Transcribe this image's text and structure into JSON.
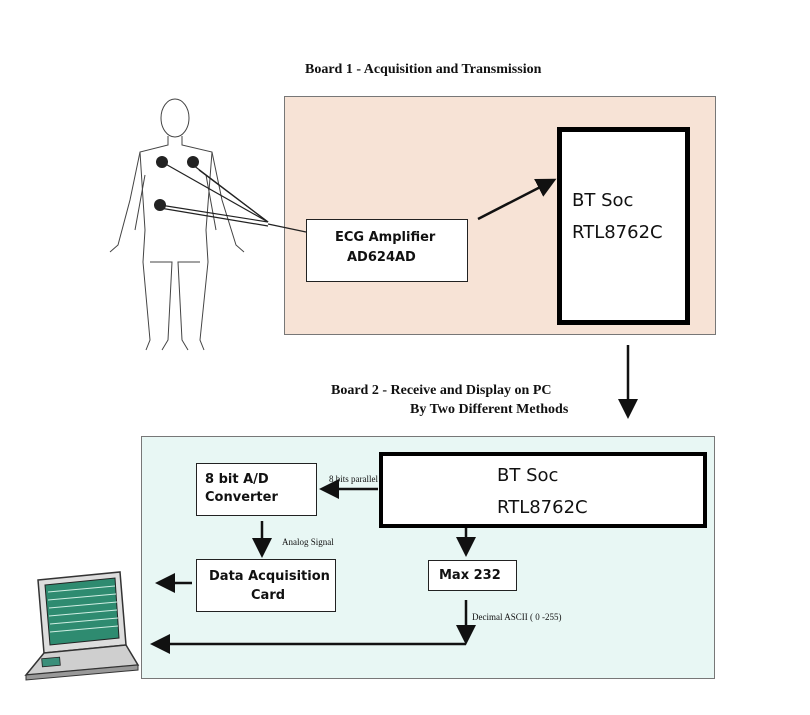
{
  "board1": {
    "title": "Board 1 - Acquisition and Transmission",
    "amplifier_line1": "ECG Amplifier",
    "amplifier_line2": "AD624AD",
    "bt_line1": "BT  Soc",
    "bt_line2": "RTL8762C"
  },
  "board2": {
    "title_line1": "Board 2 - Receive and Display on PC",
    "title_line2": "By Two Different Methods",
    "adc_line1": "8 bit A/D",
    "adc_line2": "Converter",
    "parallel_label": "8 bits parallel",
    "bt_line1": "BT  Soc",
    "bt_line2": "RTL8762C",
    "analog_label": "Analog Signal",
    "daq_line1": "Data Acquisition",
    "daq_line2": "Card",
    "max_label": "Max 232",
    "ascii_label": "Decimal ASCII  ( 0 -255)"
  },
  "colors": {
    "board1_fill": "#f7e3d6",
    "board2_fill": "#e8f7f4",
    "laptop_screen": "#2e8b70"
  },
  "icons": [
    "human-body-figure",
    "laptop-icon"
  ]
}
